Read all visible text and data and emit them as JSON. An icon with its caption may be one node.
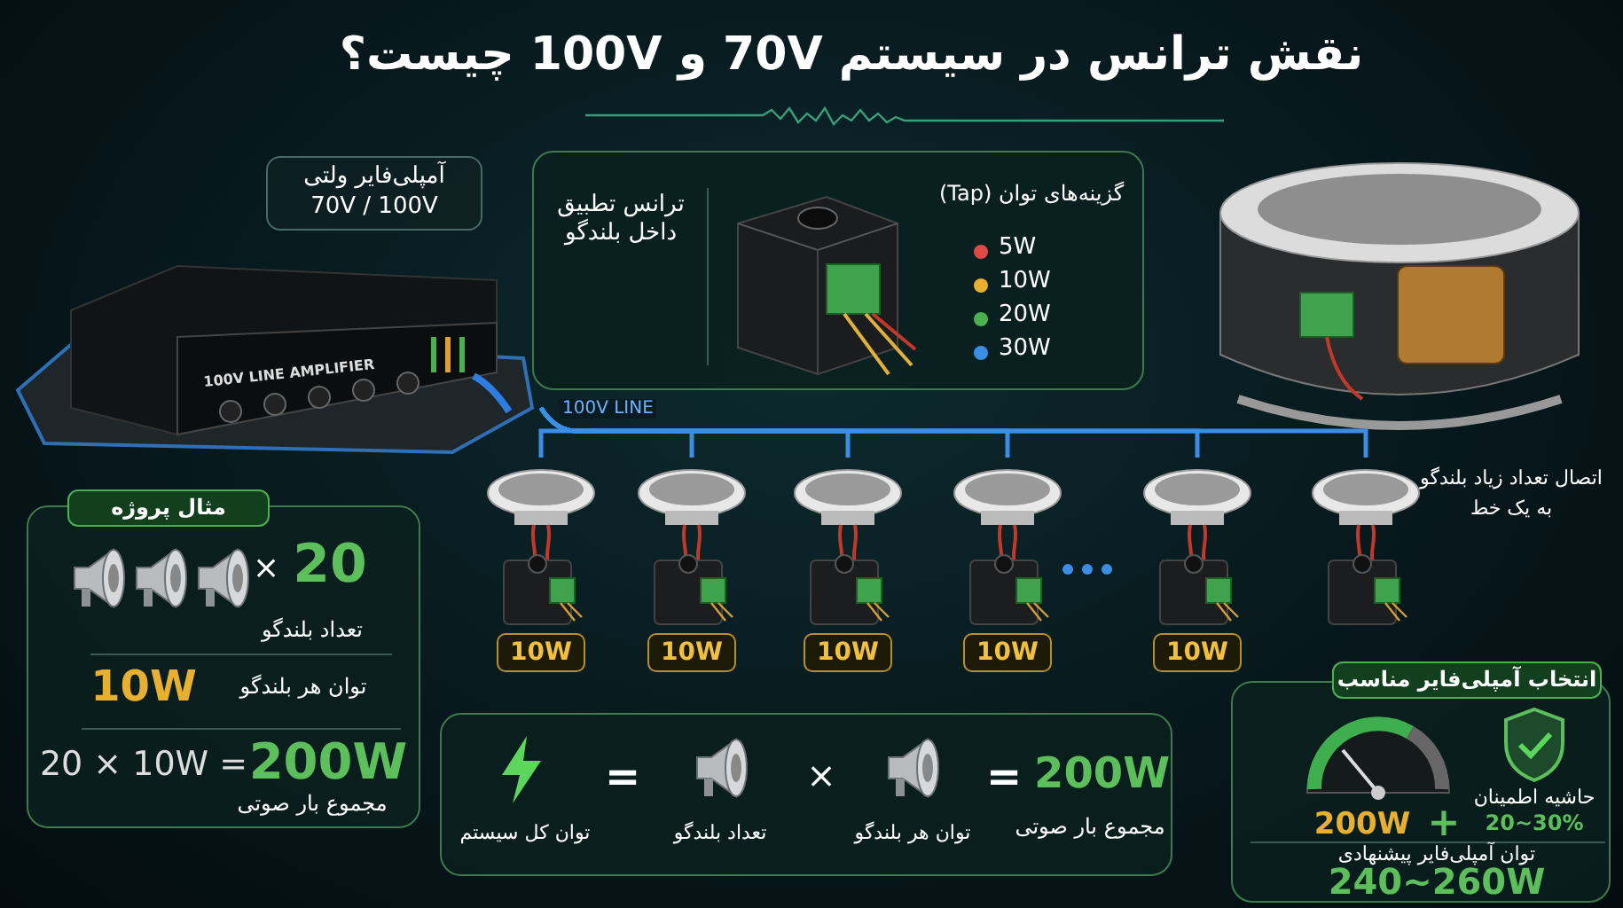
{
  "diagram": {
    "title": "نقش ترانس در سیستم 70V و 100V چیست؟",
    "nodes": [
      {
        "text": [
          "آمپلی‌فایر ولتی 70V / 100V"
        ]
      },
      {
        "text": [
          "100V LINE AMPLIFIER"
        ]
      },
      {
        "text": [
          "ترانس تطبیق داخل بلندگو",
          "گزینه‌های توان (Tap)"
        ]
      },
      {
        "text": [],
        "shape": "picture"
      },
      {
        "text": [],
        "shape": "picture",
        "beside": [
          "10W"
        ]
      },
      {
        "text": [],
        "shape": "picture",
        "beside": [
          "10W"
        ]
      },
      {
        "text": [],
        "shape": "picture",
        "beside": [
          "10W"
        ]
      },
      {
        "text": [],
        "shape": "picture",
        "beside": [
          "10W"
        ]
      },
      {
        "text": [],
        "shape": "picture",
        "beside": [
          "10W"
        ]
      },
      {
        "text": [],
        "shape": "picture",
        "beside": [
          "اتصال تعداد زیاد بلندگو به یک خط"
        ]
      },
      {
        "text": [
          "مثال پروژه",
          "×",
          "20",
          "تعداد بلندگو",
          "10W",
          "توان هر بلندگو",
          "20 × 10W =",
          "200W",
          "مجموع بار صوتی"
        ]
      },
      {
        "text": [
          "توان کل سیستم",
          "=",
          "تعداد بلندگو",
          "×",
          "توان هر بلندگو",
          "=",
          "200W",
          "مجموع بار صوتی"
        ]
      },
      {
        "text": [
          "انتخاب آمپلی‌فایر مناسب",
          "200W",
          "+",
          "حاشیه اطمینان",
          "20~30%",
          "توان آمپلی‌فایر پیشنهادی",
          "240~260W"
        ]
      }
    ],
    "edges": [
      {
        "from": 1,
        "to": 4,
        "arrow": "none",
        "label": "100V LINE"
      },
      {
        "from": 1,
        "to": 5,
        "arrow": "none"
      },
      {
        "from": 1,
        "to": 6,
        "arrow": "none"
      },
      {
        "from": 1,
        "to": 7,
        "arrow": "none"
      },
      {
        "from": 1,
        "to": 8,
        "arrow": "none"
      },
      {
        "from": 1,
        "to": 9,
        "arrow": "none"
      }
    ],
    "legend": [
      {
        "text": "5W",
        "color": "#e04848"
      },
      {
        "text": "10W",
        "color": "#e8b030"
      },
      {
        "text": "20W",
        "color": "#4caf50"
      },
      {
        "text": "30W",
        "color": "#3a8ee6"
      }
    ]
  }
}
